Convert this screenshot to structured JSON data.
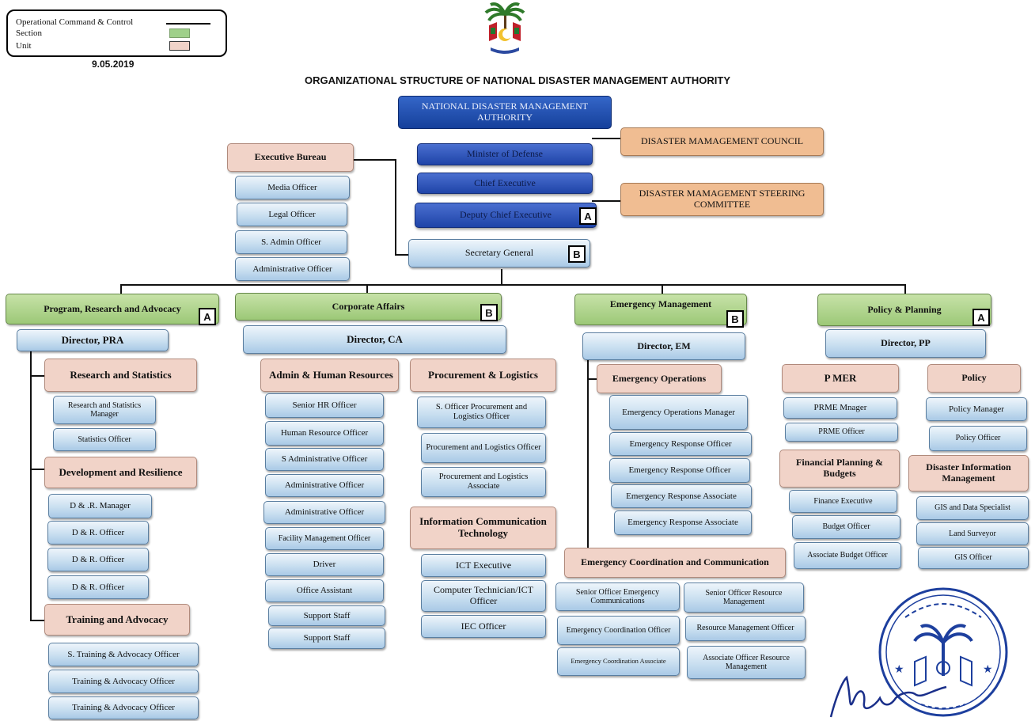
{
  "legend": {
    "command": "Operational Command & Control",
    "section": "Section",
    "unit": "Unit",
    "date": "9.05.2019"
  },
  "title": "ORGANIZATIONAL STRUCTURE OF NATIONAL DISASTER MANAGEMENT AUTHORITY",
  "top": {
    "ndma": "NATIONAL DISASTER MANAGEMENT AUTHORITY",
    "minister": "Minister of Defense",
    "chief": "Chief Executive",
    "deputy": "Deputy Chief Executive",
    "secretary": "Secretary General",
    "council": "DISASTER MAMAGEMENT COUNCIL",
    "steering": "DISASTER MAMAGEMENT STEERING COMMITTEE"
  },
  "badges": {
    "a": "A",
    "b": "B"
  },
  "exec_bureau": {
    "title": "Executive Bureau",
    "units": [
      "Media Officer",
      "Legal Officer",
      "S. Admin Officer",
      "Administrative Officer"
    ]
  },
  "pra": {
    "title": "Program, Research and Advocacy",
    "director": "Director, PRA",
    "research": {
      "title": "Research and Statistics",
      "units": [
        "Research and Statistics Manager",
        "Statistics Officer"
      ]
    },
    "development": {
      "title": "Development and Resilience",
      "units": [
        "D & .R. Manager",
        "D & R. Officer",
        "D & R. Officer",
        "D & R. Officer"
      ]
    },
    "training": {
      "title": "Training and Advocacy",
      "units": [
        "S. Training & Advocacy Officer",
        "Training & Advocacy Officer",
        "Training & Advocacy Officer"
      ]
    }
  },
  "ca": {
    "title": "Corporate Affairs",
    "director": "Director, CA",
    "admin": {
      "title": "Admin & Human Resources",
      "units": [
        "Senior HR Officer",
        "Human Resource Officer",
        "S Administrative Officer",
        "Administrative Officer",
        "Administrative Officer",
        "Facility Management Officer",
        "Driver",
        "Office Assistant",
        "Support Staff",
        "Support Staff"
      ]
    },
    "procurement": {
      "title": "Procurement & Logistics",
      "units": [
        "S. Officer Procurement and Logistics Officer",
        "Procurement and Logistics Officer",
        "Procurement and Logistics Associate"
      ]
    },
    "ict": {
      "title": "Information Communication Technology",
      "units": [
        "ICT Executive",
        "Computer Technician/ICT Officer",
        "IEC Officer"
      ]
    }
  },
  "em": {
    "title": "Emergency Management",
    "director": "Director, EM",
    "operations": {
      "title": "Emergency Operations",
      "units": [
        "Emergency Operations Manager",
        "Emergency Response Officer",
        "Emergency Response Officer",
        "Emergency Response Associate",
        "Emergency Response Associate"
      ]
    },
    "coordination": {
      "title": "Emergency Coordination and Communication",
      "left": [
        "Senior Officer Emergency Communications",
        "Emergency Coordination Officer",
        "Emergency Coordination Associate"
      ],
      "right": [
        "Senior Officer Resource Management",
        "Resource Management Officer",
        "Associate Officer Resource Management"
      ]
    }
  },
  "pp": {
    "title": "Policy & Planning",
    "director": "Director, PP",
    "pmer": {
      "title": "P MER",
      "units": [
        "PRME Mnager",
        "PRME Officer"
      ]
    },
    "finance": {
      "title": "Financial Planning & Budgets",
      "units": [
        "Finance Executive",
        "Budget Officer",
        "Associate Budget Officer"
      ]
    },
    "policy": {
      "title": "Policy",
      "units": [
        "Policy Manager",
        "Policy Officer"
      ]
    },
    "dim": {
      "title": "Disaster Information Management",
      "units": [
        "GIS and Data Specialist",
        "Land Surveyor",
        "GIS Officer"
      ]
    }
  },
  "colors": {
    "unit": "#c9dff0",
    "section": "#f1d3c8",
    "department": "#9cc877",
    "executive": "#1f44a8",
    "council": "#f0bd92",
    "stamp": "#1d3f9e"
  },
  "icons": {
    "emblem": "maldives-emblem-icon",
    "seal": "official-seal-icon",
    "signature": "signature-icon"
  }
}
